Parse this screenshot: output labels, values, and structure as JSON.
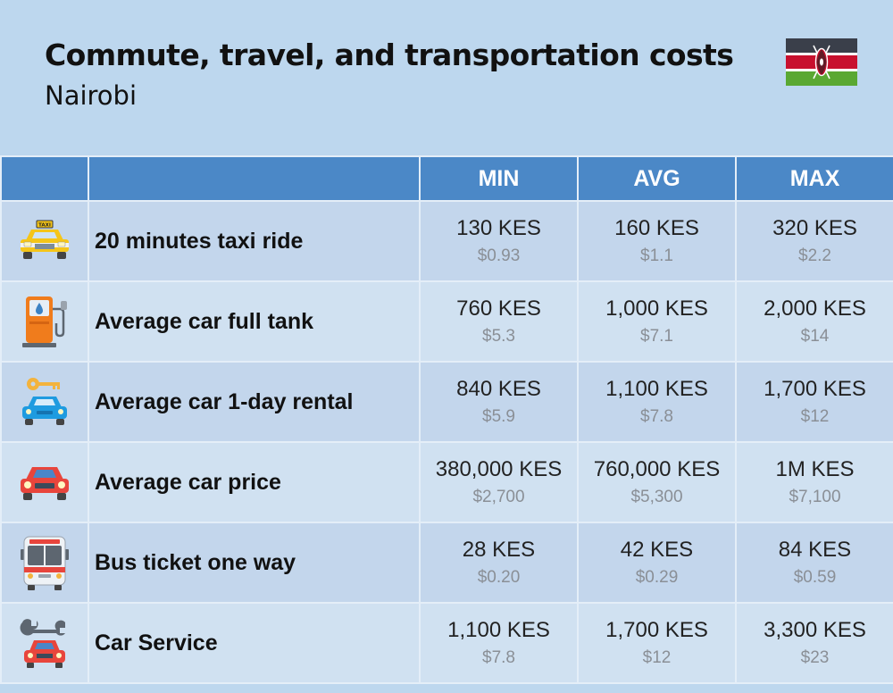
{
  "header": {
    "title": "Commute, travel, and transportation costs",
    "city": "Nairobi",
    "flag_icon": "kenya-flag-icon"
  },
  "columns": [
    "",
    "",
    "MIN",
    "AVG",
    "MAX"
  ],
  "rows": [
    {
      "label": "20 minutes taxi ride",
      "icon": "taxi-icon",
      "min": {
        "kes": "130 KES",
        "usd": "$0.93"
      },
      "avg": {
        "kes": "160 KES",
        "usd": "$1.1"
      },
      "max": {
        "kes": "320 KES",
        "usd": "$2.2"
      }
    },
    {
      "label": "Average car full tank",
      "icon": "fuel-pump-icon",
      "min": {
        "kes": "760 KES",
        "usd": "$5.3"
      },
      "avg": {
        "kes": "1,000 KES",
        "usd": "$7.1"
      },
      "max": {
        "kes": "2,000 KES",
        "usd": "$14"
      }
    },
    {
      "label": "Average car 1-day rental",
      "icon": "car-rental-icon",
      "min": {
        "kes": "840 KES",
        "usd": "$5.9"
      },
      "avg": {
        "kes": "1,100 KES",
        "usd": "$7.8"
      },
      "max": {
        "kes": "1,700 KES",
        "usd": "$12"
      }
    },
    {
      "label": "Average car price",
      "icon": "car-icon",
      "min": {
        "kes": "380,000 KES",
        "usd": "$2,700"
      },
      "avg": {
        "kes": "760,000 KES",
        "usd": "$5,300"
      },
      "max": {
        "kes": "1M KES",
        "usd": "$7,100"
      }
    },
    {
      "label": "Bus ticket one way",
      "icon": "bus-icon",
      "min": {
        "kes": "28 KES",
        "usd": "$0.20"
      },
      "avg": {
        "kes": "42 KES",
        "usd": "$0.29"
      },
      "max": {
        "kes": "84 KES",
        "usd": "$0.59"
      }
    },
    {
      "label": "Car Service",
      "icon": "car-service-icon",
      "min": {
        "kes": "1,100 KES",
        "usd": "$7.8"
      },
      "avg": {
        "kes": "1,700 KES",
        "usd": "$12"
      },
      "max": {
        "kes": "3,300 KES",
        "usd": "$23"
      }
    }
  ],
  "colors": {
    "background": "#bdd7ee",
    "header_row": "#4b88c7",
    "row_odd": "#c3d6ec",
    "row_even": "#d0e1f1"
  }
}
